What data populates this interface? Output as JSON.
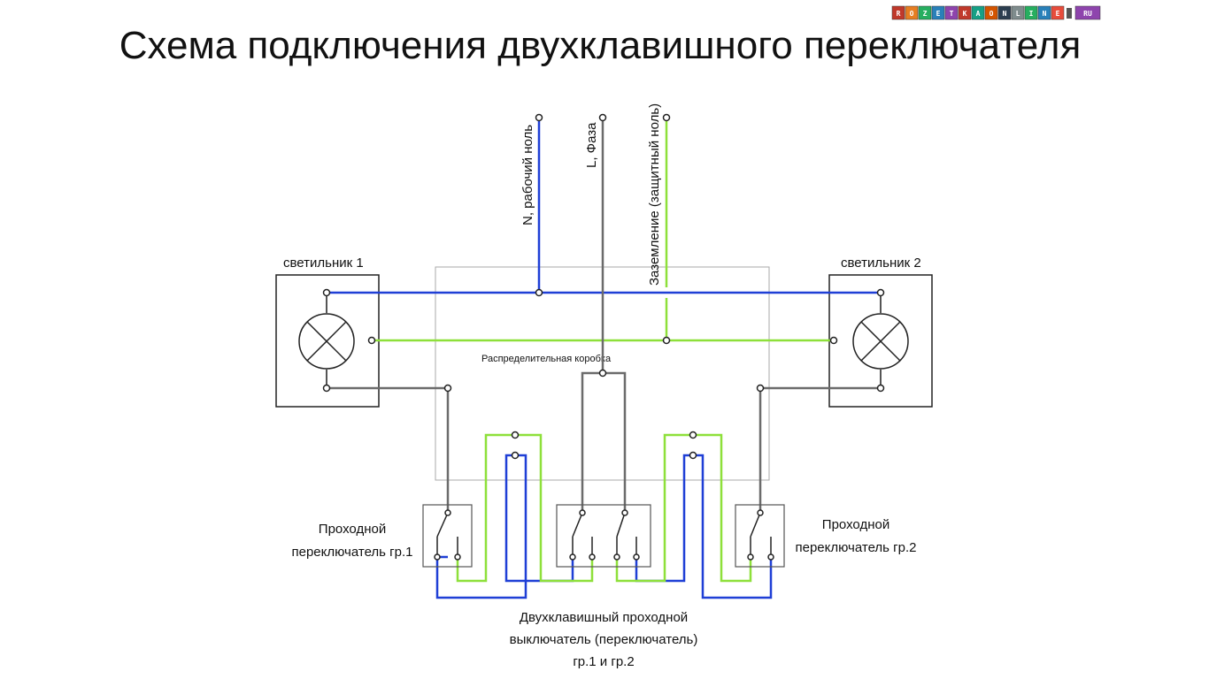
{
  "title": "Схема подключения двухклавишного переключателя",
  "logo": {
    "letters": [
      "R",
      "O",
      "Z",
      "E",
      "T",
      "K",
      "A",
      "O",
      "N",
      "L",
      "I",
      "N",
      "E"
    ],
    "suffix": "RU",
    "tile_colors": [
      "#c0392b",
      "#e67e22",
      "#27ae60",
      "#2980b9",
      "#8e44ad",
      "#c0392b",
      "#16a085",
      "#d35400",
      "#2c3e50",
      "#7f8c8d",
      "#27ae60",
      "#2980b9",
      "#e74c3c"
    ]
  },
  "wires": {
    "neutral_label": "N, рабочий ноль",
    "phase_label": "L, Фаза",
    "ground_label": "Заземление (защитный ноль)"
  },
  "lamp1_label": "светильник 1",
  "lamp2_label": "светильник  2",
  "junction_box_label": "Распределительная коробка",
  "switch_left": {
    "line1": "Проходной",
    "line2": "переключатель гр.1"
  },
  "switch_right": {
    "line1": "Проходной",
    "line2": "переключатель гр.2"
  },
  "switch_center": {
    "line1": "Двухклавишный проходной",
    "line2": "выключатель (переключатель)",
    "line3": "гр.1 и гр.2"
  },
  "colors": {
    "neutral": "#1f3fd6",
    "ground": "#8ee03a",
    "phase": "#6b6b6b",
    "box": "#aaaaaa",
    "frame": "#222222"
  }
}
